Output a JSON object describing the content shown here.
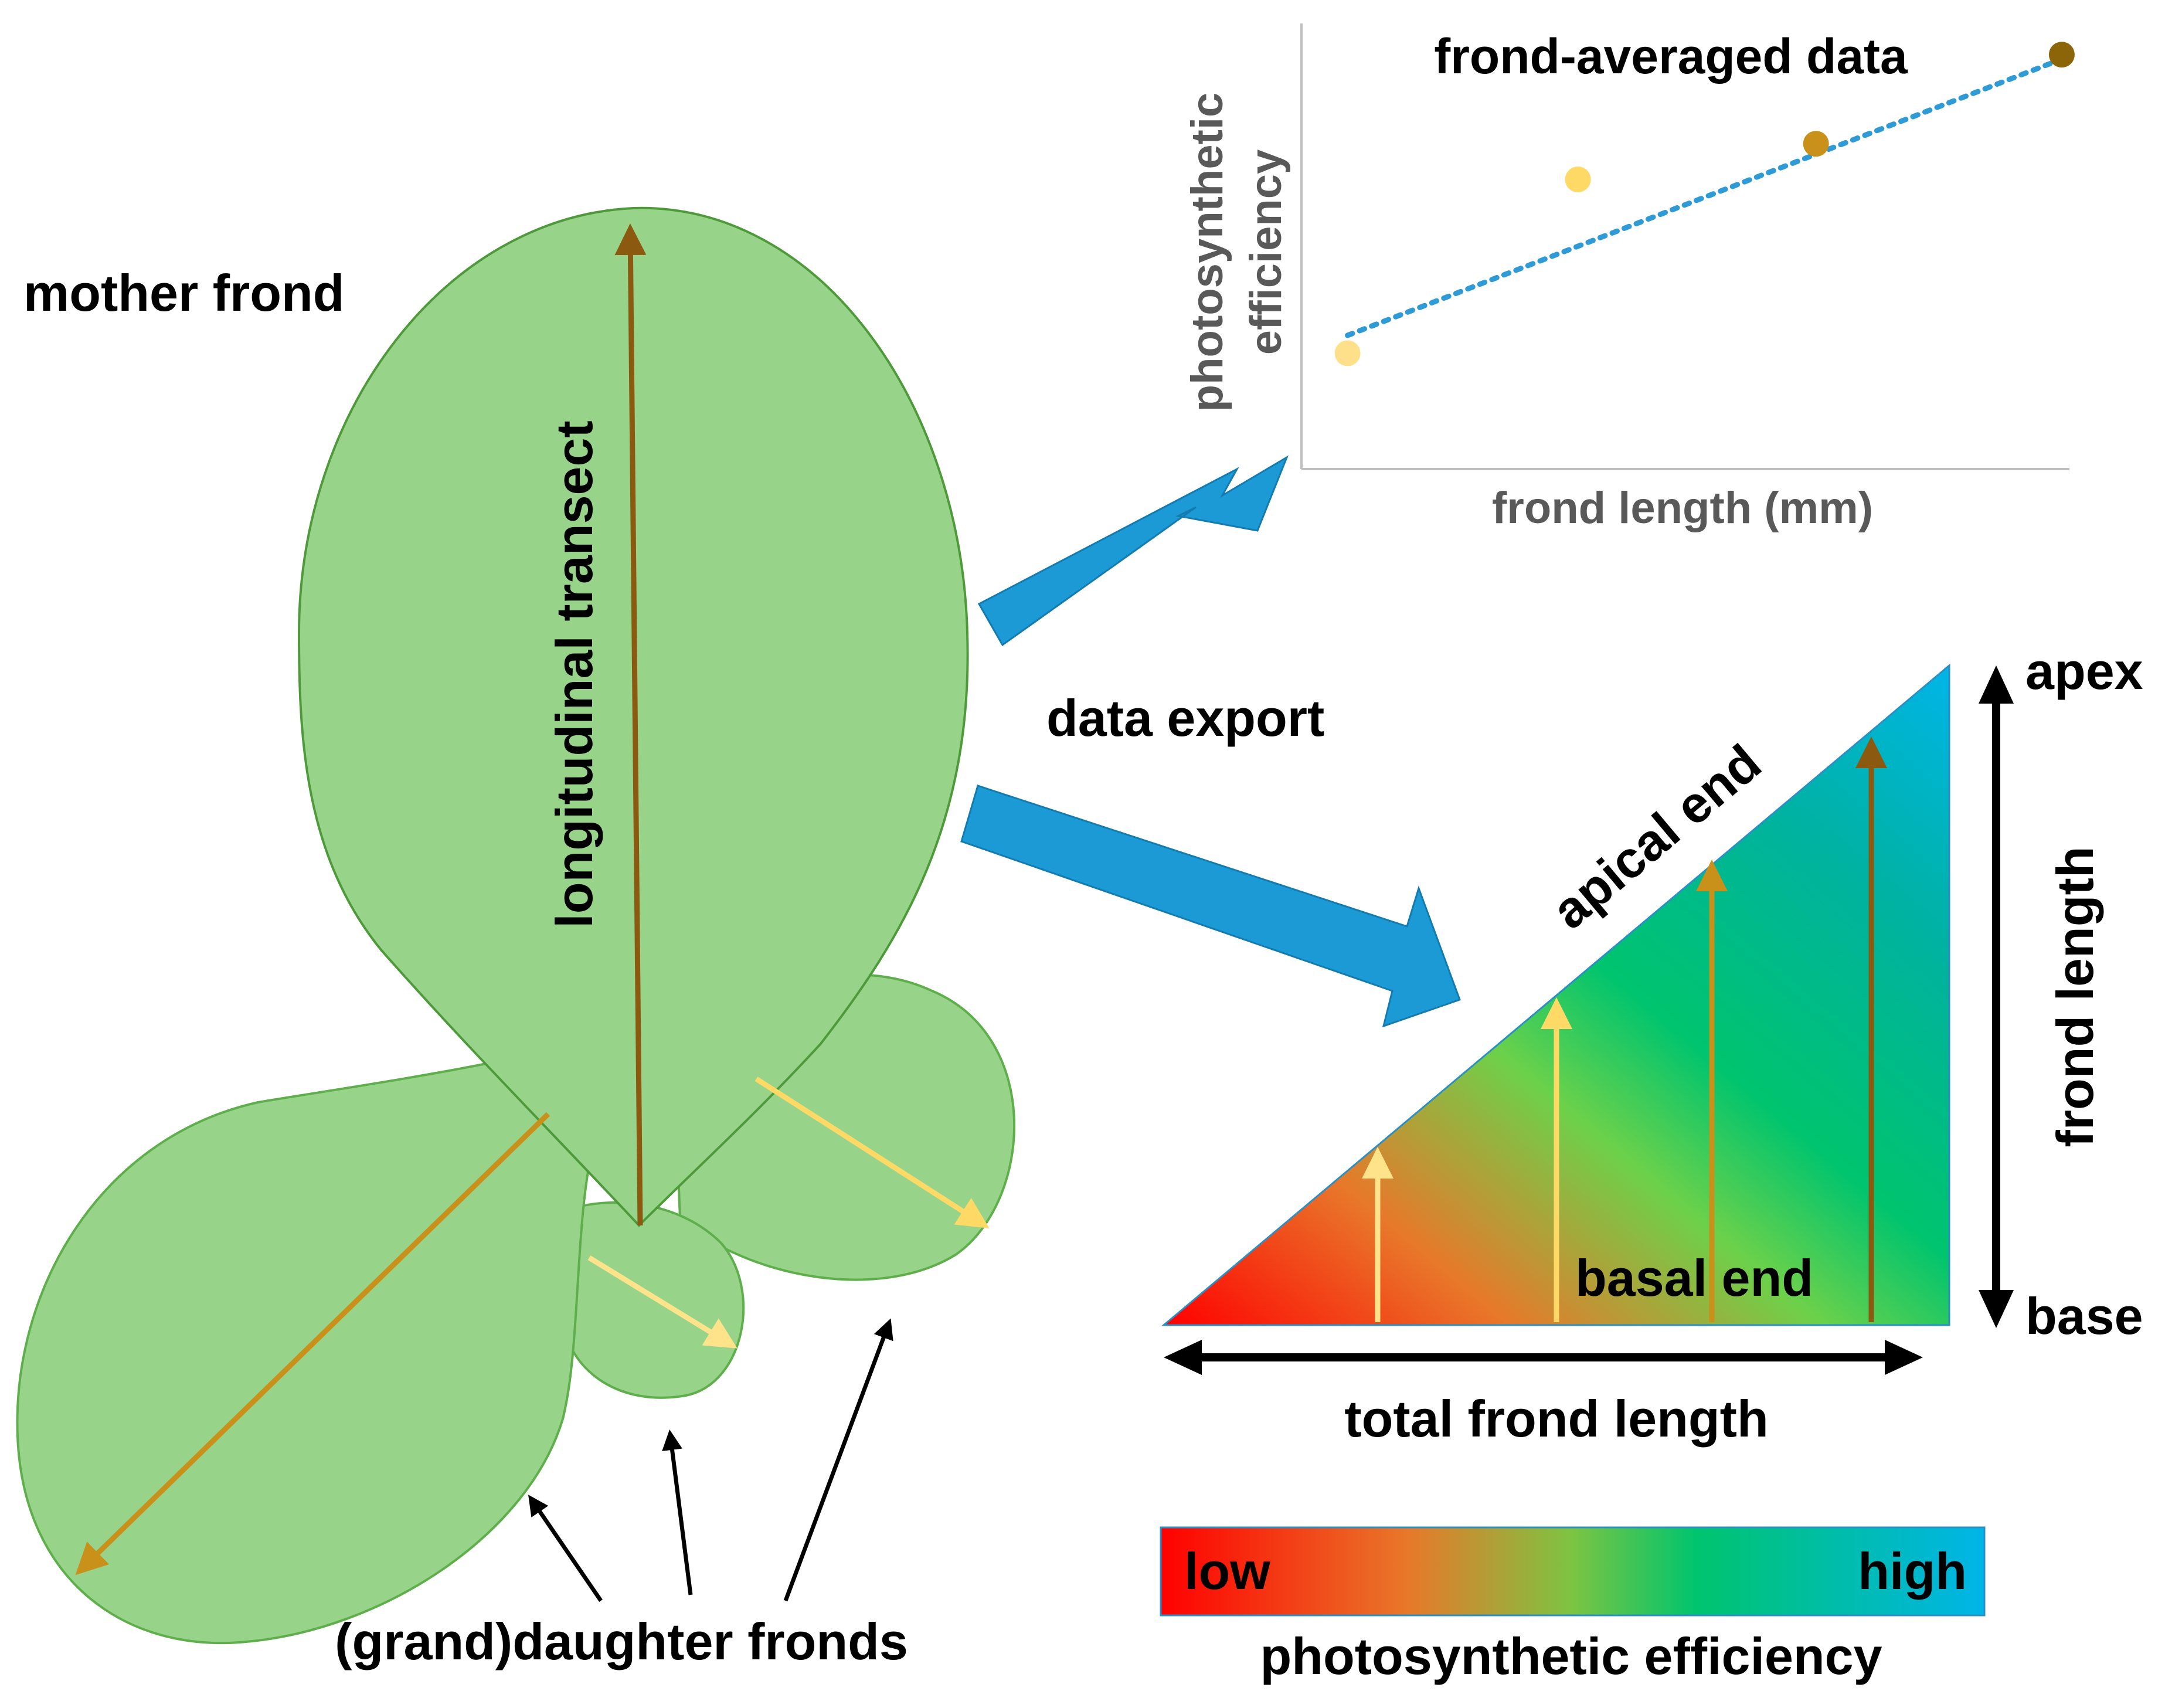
{
  "labels": {
    "mother_frond": "mother frond",
    "longitudinal_transect": "longitudinal transect",
    "daughter_fronds": "(grand)daughter fronds",
    "data_export": "data export",
    "apical_end": "apical end",
    "basal_end": "basal end",
    "apex": "apex",
    "base": "base",
    "frond_length": "frond length",
    "total_frond_length": "total frond length",
    "colorbar_low": "low",
    "colorbar_high": "high",
    "colorbar_title": "photosynthetic efficiency"
  },
  "chart_data": {
    "type": "scatter",
    "title": "frond-averaged data",
    "xlabel": "frond length (mm)",
    "ylabel_line1": "photosynthetic",
    "ylabel_line2": "efficiency",
    "x_ticks_shown": false,
    "y_ticks_shown": false,
    "trendline": "linear, dotted",
    "points": [
      {
        "x": 0.06,
        "y": 0.26,
        "color": "#FFE08A"
      },
      {
        "x": 0.36,
        "y": 0.65,
        "color": "#FFD966"
      },
      {
        "x": 0.67,
        "y": 0.73,
        "color": "#C9901A"
      },
      {
        "x": 0.99,
        "y": 0.93,
        "color": "#8B6508"
      }
    ],
    "trend": {
      "x0": 0.06,
      "y0": 0.3,
      "x1": 0.99,
      "y1": 0.92
    }
  },
  "colors": {
    "frond_fill": "#98D38A",
    "frond_stroke": "#4E9A3A",
    "export_arrow": "#1B9AD6",
    "trend_line": "#2F9BD6",
    "gradient": [
      "#FF0000",
      "#E8782A",
      "#6CD14A",
      "#00C46E",
      "#00B5E8"
    ],
    "transect_colors": [
      "#FFE38A",
      "#FFD966",
      "#C9901A",
      "#8B6508"
    ]
  }
}
